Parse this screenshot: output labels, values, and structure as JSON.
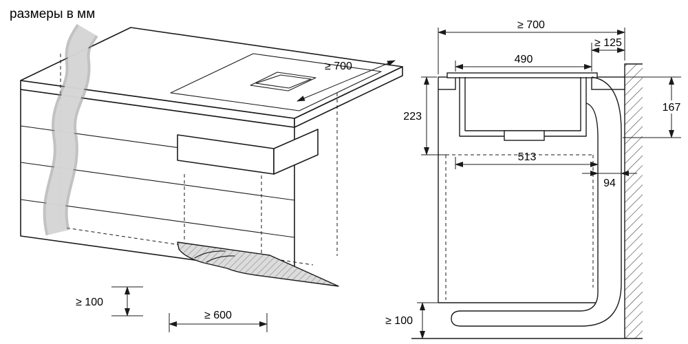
{
  "title": "размеры в мм",
  "iso_view": {
    "dims": {
      "worktop_depth": "≥ 700",
      "plinth_height": "≥ 100",
      "duct_run_depth": "≥ 600"
    }
  },
  "section_view": {
    "dims": {
      "worktop_depth": "≥ 700",
      "rear_clearance": "≥ 125",
      "cutout_depth": "490",
      "unit_height": "223",
      "duct_drop_height": "167",
      "inner_clearance": "513",
      "duct_depth": "94",
      "plinth_height": "≥ 100"
    }
  }
}
